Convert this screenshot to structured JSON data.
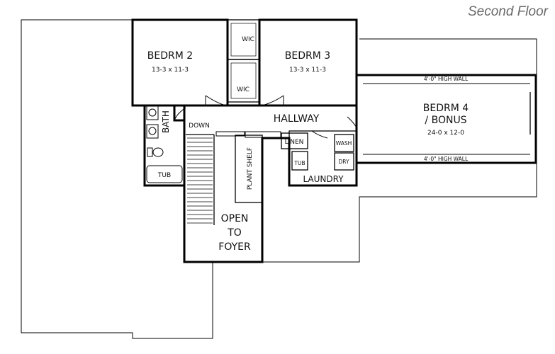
{
  "title": "Second Floor",
  "rooms": {
    "bedroom2": {
      "name": "BEDRM 2",
      "dims": "13-3 x 11-3"
    },
    "bedroom3": {
      "name": "BEDRM 3",
      "dims": "13-3 x 11-3"
    },
    "bedroom4": {
      "name_line1": "BEDRM 4",
      "name_line2": "/ BONUS",
      "dims": "24-0 x 12-0",
      "wall_note_top": "4'-0\" HIGH WALL",
      "wall_note_bottom": "4'-0\" HIGH WALL"
    },
    "wic_upper": "WIC",
    "wic_lower": "WIC",
    "hallway": "HALLWAY",
    "bath": "BATH",
    "tub": "TUB",
    "down": "DOWN",
    "plant_shelf": "PLANT SHELF",
    "linen": "LINEN",
    "laundry": "LAUNDRY",
    "wash": "WASH",
    "dry": "DRY",
    "laundry_tub": "TUB",
    "open_to_foyer": [
      "OPEN",
      "TO",
      "FOYER"
    ]
  }
}
